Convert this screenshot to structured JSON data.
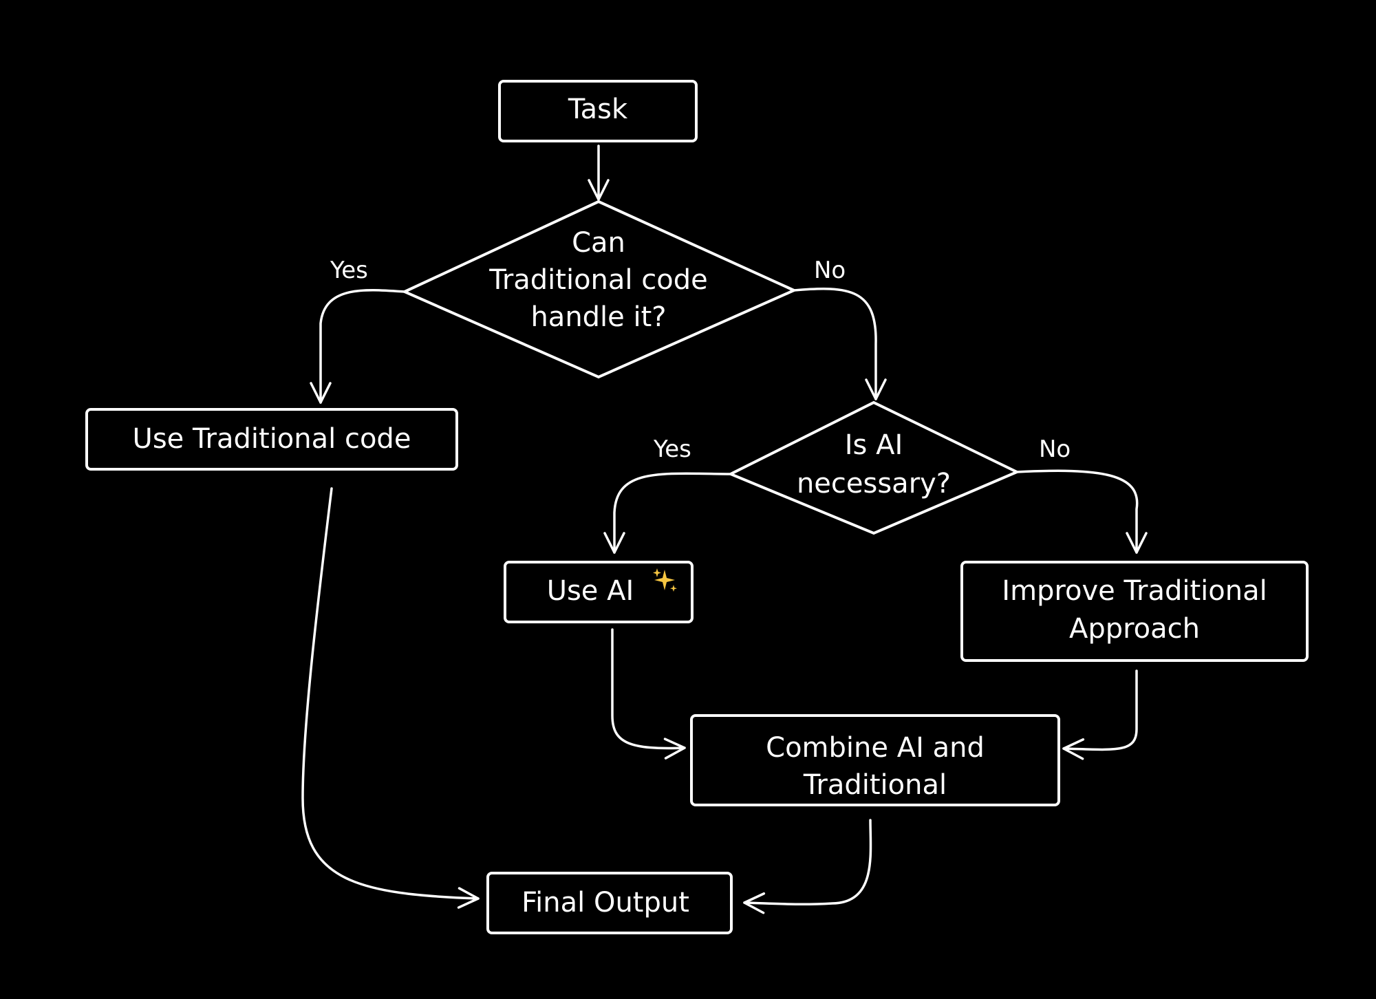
{
  "colors": {
    "background": "#000000",
    "stroke": "#ffffff",
    "text": "#ffffff",
    "sparkle": "#f5c542"
  },
  "nodes": {
    "task": {
      "lines": [
        "Task"
      ]
    },
    "decision_traditional": {
      "lines": [
        "Can",
        "Traditional code",
        "handle it?"
      ]
    },
    "use_traditional": {
      "lines": [
        "Use Traditional code"
      ]
    },
    "decision_ai": {
      "lines": [
        "Is AI",
        "necessary?"
      ]
    },
    "use_ai": {
      "lines": [
        "Use AI"
      ],
      "icon": "sparkles-icon"
    },
    "improve_traditional": {
      "lines": [
        "Improve Traditional",
        "Approach"
      ]
    },
    "combine": {
      "lines": [
        "Combine AI and",
        "Traditional"
      ]
    },
    "final_output": {
      "lines": [
        "Final Output"
      ]
    }
  },
  "edges": {
    "yes_1": "Yes",
    "no_1": "No",
    "yes_2": "Yes",
    "no_2": "No"
  }
}
